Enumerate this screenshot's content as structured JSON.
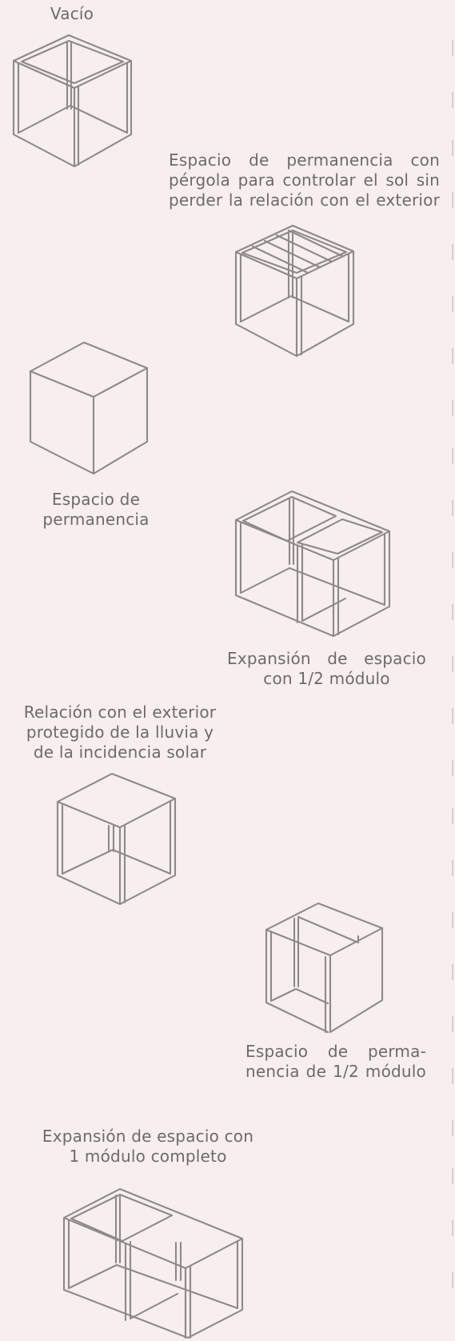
{
  "captions": {
    "vacio": "Vacío",
    "pergola": [
      "Espacio de permanencia con",
      "pérgola para controlar el sol sin",
      "perder la relación con el exterior"
    ],
    "permanencia": [
      "Espacio de",
      "permanencia"
    ],
    "expansion_half": [
      "Expansión de espacio",
      "con 1/2 módulo"
    ],
    "relacion": [
      "Relación con el exterior",
      "protegido de la lluvia y",
      "de la incidencia solar"
    ],
    "permanencia_half": [
      "Espacio de perma-",
      "nencia de 1/2 módulo"
    ],
    "expansion_full": [
      "Expansión de espacio con",
      "1 módulo completo"
    ]
  },
  "colors": {
    "background": "#f7eeee",
    "text": "#6f6a6a",
    "line": "#8e8a8a"
  }
}
